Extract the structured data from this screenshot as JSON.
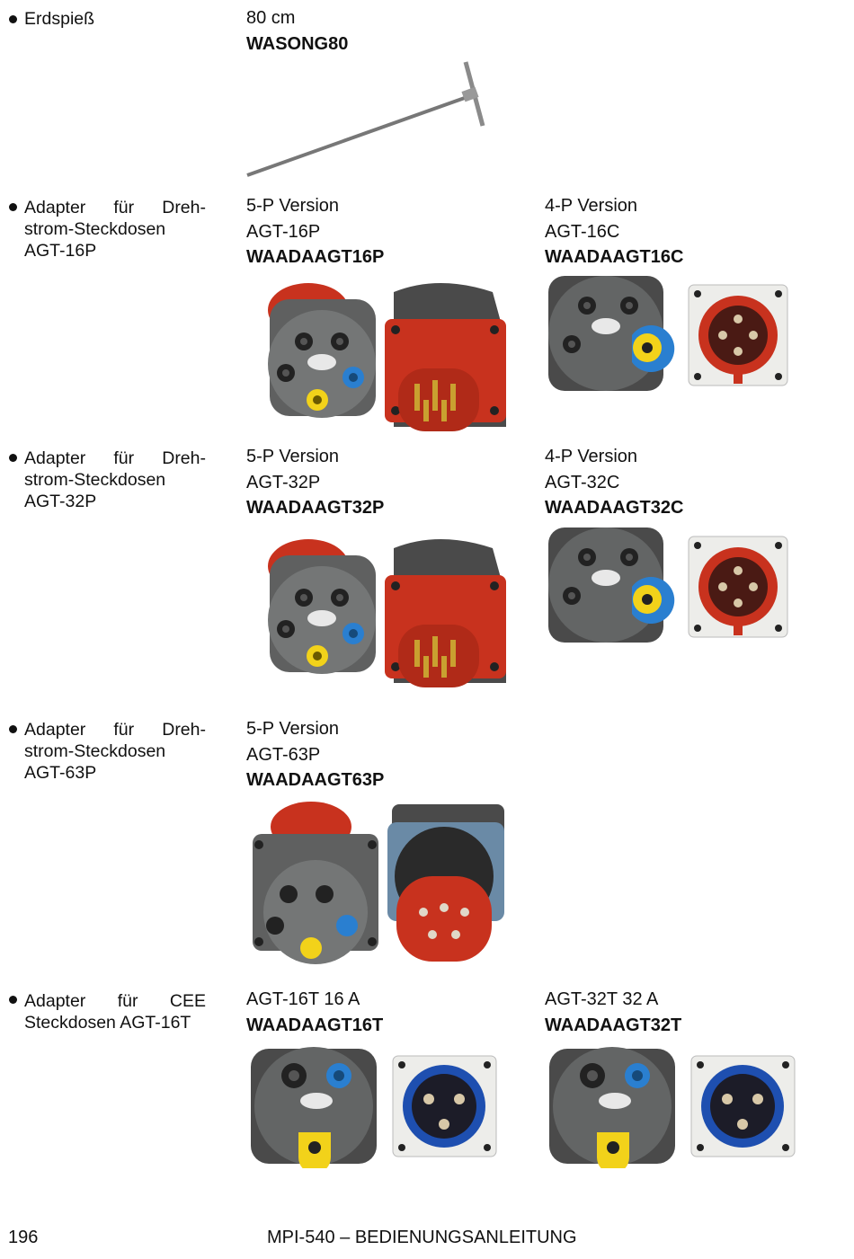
{
  "items": [
    {
      "desc": [
        "Erdspieß"
      ],
      "variants": [
        {
          "lines": [
            "80 cm"
          ],
          "code": "WASONG80"
        }
      ]
    },
    {
      "desc": [
        "Adapter für Dreh-",
        "strom-Steckdosen",
        "AGT-16P"
      ],
      "variants": [
        {
          "lines": [
            "5-P Version",
            "AGT-16P"
          ],
          "code": "WAADAAGT16P"
        },
        {
          "lines": [
            "4-P Version",
            "AGT-16C"
          ],
          "code": "WAADAAGT16C"
        }
      ]
    },
    {
      "desc": [
        "Adapter für Dreh-",
        "strom-Steckdosen",
        "AGT-32P"
      ],
      "variants": [
        {
          "lines": [
            "5-P Version",
            "AGT-32P"
          ],
          "code": "WAADAAGT32P"
        },
        {
          "lines": [
            "4-P Version",
            "AGT-32C"
          ],
          "code": "WAADAAGT32C"
        }
      ]
    },
    {
      "desc": [
        "Adapter für Dreh-",
        "strom-Steckdosen",
        "AGT-63P"
      ],
      "variants": [
        {
          "lines": [
            "5-P Version",
            "AGT-63P"
          ],
          "code": "WAADAAGT63P"
        }
      ]
    },
    {
      "desc": [
        "Adapter für CEE",
        "Steckdosen AGT-16T"
      ],
      "variants": [
        {
          "lines": [
            "AGT-16T 16 A"
          ],
          "code": "WAADAAGT16T"
        },
        {
          "lines": [
            "AGT-32T 32 A"
          ],
          "code": "WAADAAGT32T"
        }
      ]
    }
  ],
  "footer": {
    "page_number": "196",
    "doc_title": "MPI-540 – BEDIENUNGSANLEITUNG"
  },
  "colors": {
    "red": "#c8321e",
    "gray": "#5f6060",
    "yellow": "#f2d21a",
    "blue": "#2a7fd0"
  }
}
